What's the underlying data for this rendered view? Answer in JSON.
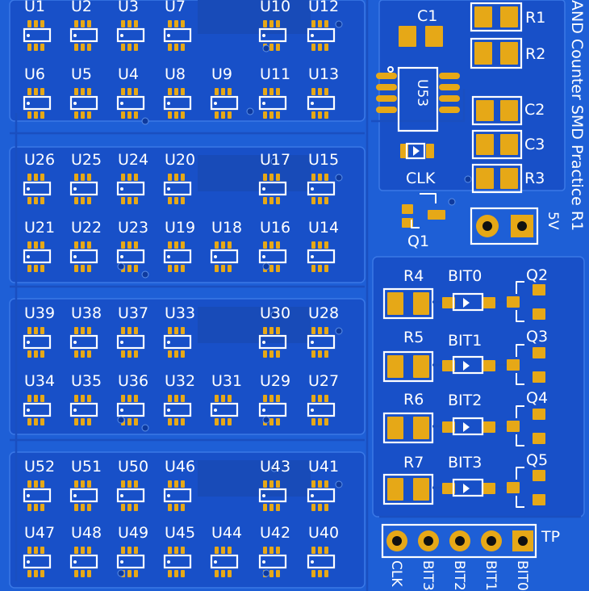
{
  "board": {
    "title": "AND Counter SMD Practice R1",
    "colors": {
      "board": "#1e5fd6",
      "copper": "#1850c8",
      "trace": "#1a4fc0",
      "pad": "#e6a817",
      "silk": "#ffffff"
    }
  },
  "ic_rows": [
    [
      "U1",
      "U2",
      "U3",
      "U7",
      "",
      "U10",
      "U12"
    ],
    [
      "U6",
      "U5",
      "U4",
      "U8",
      "U9",
      "U11",
      "U13"
    ],
    [
      "U26",
      "U25",
      "U24",
      "U20",
      "",
      "U17",
      "U15"
    ],
    [
      "U21",
      "U22",
      "U23",
      "U19",
      "U18",
      "U16",
      "U14"
    ],
    [
      "U39",
      "U38",
      "U37",
      "U33",
      "",
      "U30",
      "U28"
    ],
    [
      "U34",
      "U35",
      "U36",
      "U32",
      "U31",
      "U29",
      "U27"
    ],
    [
      "U52",
      "U51",
      "U50",
      "U46",
      "",
      "U43",
      "U41"
    ],
    [
      "U47",
      "U48",
      "U49",
      "U45",
      "U44",
      "U42",
      "U40"
    ]
  ],
  "parts": {
    "c1": "C1",
    "r1": "R1",
    "r2": "R2",
    "c2": "C2",
    "c3": "C3",
    "r3": "R3",
    "u53": "U53",
    "clk": "CLK",
    "q1": "Q1",
    "v5": "5V",
    "r4": "R4",
    "r5": "R5",
    "r6": "R6",
    "r7": "R7",
    "bit0": "BIT0",
    "bit1": "BIT1",
    "bit2": "BIT2",
    "bit3": "BIT3",
    "q2": "Q2",
    "q3": "Q3",
    "q4": "Q4",
    "q5": "Q5",
    "tp": "TP"
  },
  "header_pins": [
    "CLK",
    "BIT3",
    "BIT2",
    "BIT1",
    "BIT0"
  ]
}
